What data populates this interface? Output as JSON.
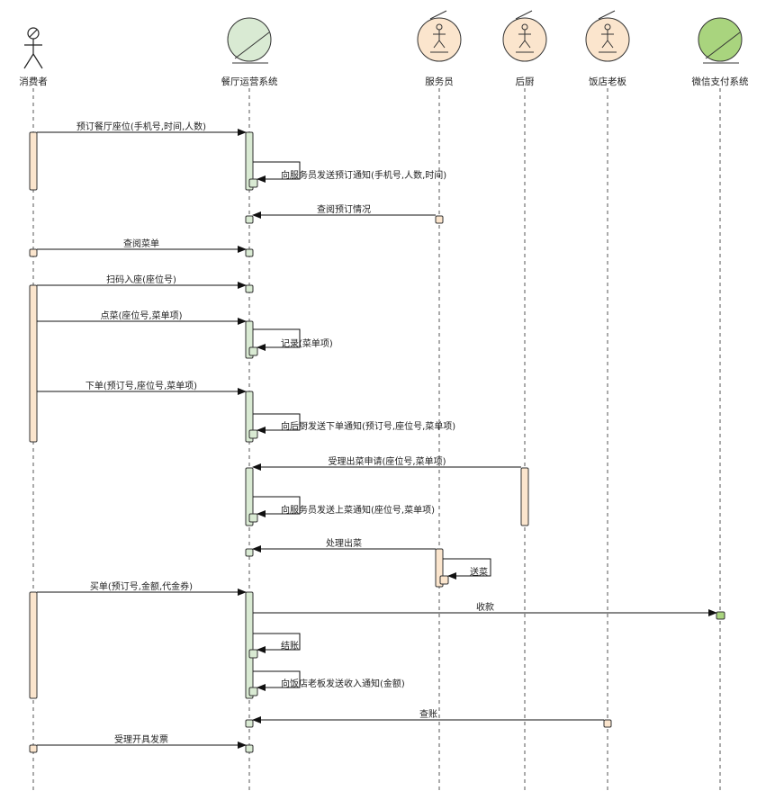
{
  "participants": [
    {
      "id": "consumer",
      "name": "消费者",
      "kind": "actor",
      "color": "#ffffff"
    },
    {
      "id": "system",
      "name": "餐厅运营系统",
      "kind": "control",
      "color": "#d9ead3"
    },
    {
      "id": "waiter",
      "name": "服务员",
      "kind": "actor-circle",
      "color": "#fbe5cd"
    },
    {
      "id": "kitchen",
      "name": "后厨",
      "kind": "actor-circle",
      "color": "#fbe5cd"
    },
    {
      "id": "boss",
      "name": "饭店老板",
      "kind": "actor-circle",
      "color": "#fbe5cd"
    },
    {
      "id": "wechat",
      "name": "微信支付系统",
      "kind": "control",
      "color": "#a9d47e"
    }
  ],
  "messages": [
    {
      "from": "consumer",
      "to": "system",
      "label": "预订餐厅座位(手机号,时间,人数)"
    },
    {
      "from": "system",
      "to": "system",
      "label": "向服务员发送预订通知(手机号,人数,时间)"
    },
    {
      "from": "waiter",
      "to": "system",
      "label": "查阅预订情况"
    },
    {
      "from": "consumer",
      "to": "system",
      "label": "查阅菜单"
    },
    {
      "from": "consumer",
      "to": "system",
      "label": "扫码入座(座位号)"
    },
    {
      "from": "consumer",
      "to": "system",
      "label": "点菜(座位号,菜单项)"
    },
    {
      "from": "system",
      "to": "system",
      "label": "记录(菜单项)"
    },
    {
      "from": "consumer",
      "to": "system",
      "label": "下单(预订号,座位号,菜单项)"
    },
    {
      "from": "system",
      "to": "system",
      "label": "向后厨发送下单通知(预订号,座位号,菜单项)"
    },
    {
      "from": "kitchen",
      "to": "system",
      "label": "受理出菜申请(座位号,菜单项)"
    },
    {
      "from": "system",
      "to": "system",
      "label": "向服务员发送上菜通知(座位号,菜单项)"
    },
    {
      "from": "waiter",
      "to": "system",
      "label": "处理出菜"
    },
    {
      "from": "waiter",
      "to": "waiter",
      "label": "送菜"
    },
    {
      "from": "consumer",
      "to": "system",
      "label": "买单(预订号,金额,代金券)"
    },
    {
      "from": "system",
      "to": "wechat",
      "label": "收款"
    },
    {
      "from": "system",
      "to": "system",
      "label": "结账"
    },
    {
      "from": "system",
      "to": "system",
      "label": "向饭店老板发送收入通知(金额)"
    },
    {
      "from": "boss",
      "to": "system",
      "label": "查账"
    },
    {
      "from": "consumer",
      "to": "system",
      "label": "受理开具发票"
    }
  ]
}
